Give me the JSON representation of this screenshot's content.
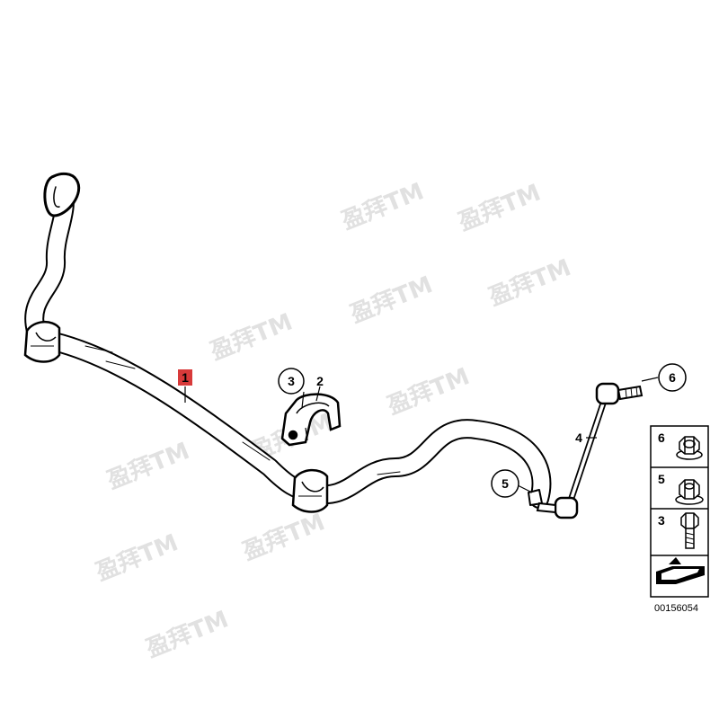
{
  "parts": [
    {
      "number": "1",
      "highlighted": true,
      "highlight_color": "#d83a3a"
    },
    {
      "number": "2"
    },
    {
      "number": "3"
    },
    {
      "number": "4"
    },
    {
      "number": "5"
    },
    {
      "number": "6"
    }
  ],
  "legend": [
    {
      "number": "6",
      "icon": "hex-flange-nut-icon"
    },
    {
      "number": "5",
      "icon": "castle-nut-icon"
    },
    {
      "number": "3",
      "icon": "hex-bolt-icon"
    }
  ],
  "diagram_number": "00156054",
  "watermark_text": "盈拜TM"
}
